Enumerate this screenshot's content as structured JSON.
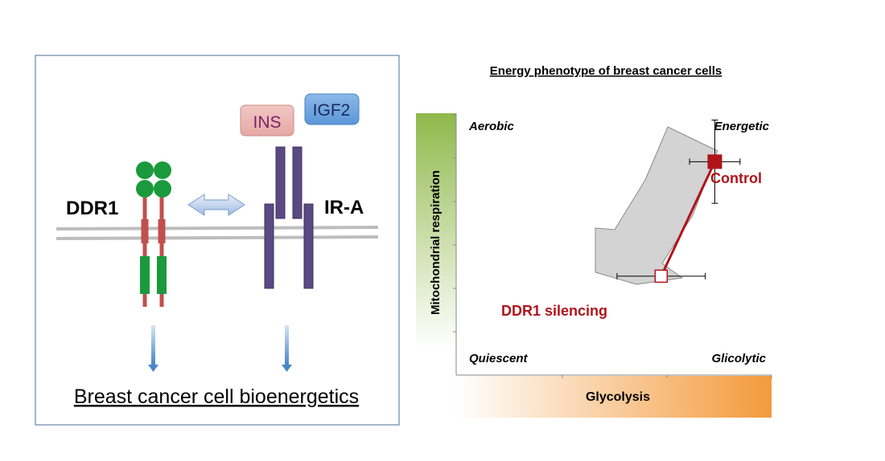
{
  "left_panel": {
    "receptor_1": "DDR1",
    "receptor_2": "IR-A",
    "ligand_1": "INS",
    "ligand_2": "IGF2",
    "caption": "Breast cancer cell bioenergetics"
  },
  "chart": {
    "title": "Energy phenotype of breast cancer cells",
    "ylabel": "Mitochondrial respiration",
    "xlabel": "Glycolysis",
    "quadrants": {
      "top_left": "Aerobic",
      "top_right": "Energetic",
      "bottom_left": "Quiescent",
      "bottom_right": "Glicolytic"
    },
    "point_labels": {
      "control": "Control",
      "silencing": "DDR1 silencing"
    }
  },
  "colors": {
    "accent_red": "#b0141b",
    "receptor_green": "#1a9a3c",
    "receptor_stem": "#c0504d",
    "ir_purple": "#5a4a82",
    "arrow_blue": "#4a86c8"
  },
  "chart_data": {
    "type": "scatter",
    "title": "Energy phenotype of breast cancer cells",
    "xlabel": "Glycolysis",
    "ylabel": "Mitochondrial respiration",
    "series": [
      {
        "name": "Control",
        "x": 0.82,
        "y": 0.82,
        "x_err": 0.08,
        "y_err": 0.16,
        "marker": "filled-square"
      },
      {
        "name": "DDR1 silencing",
        "x": 0.65,
        "y": 0.38,
        "x_err": 0.14,
        "y_err": 0.0,
        "marker": "open-square"
      }
    ],
    "xlim": [
      0,
      1
    ],
    "ylim": [
      0,
      1
    ],
    "grid": false
  }
}
